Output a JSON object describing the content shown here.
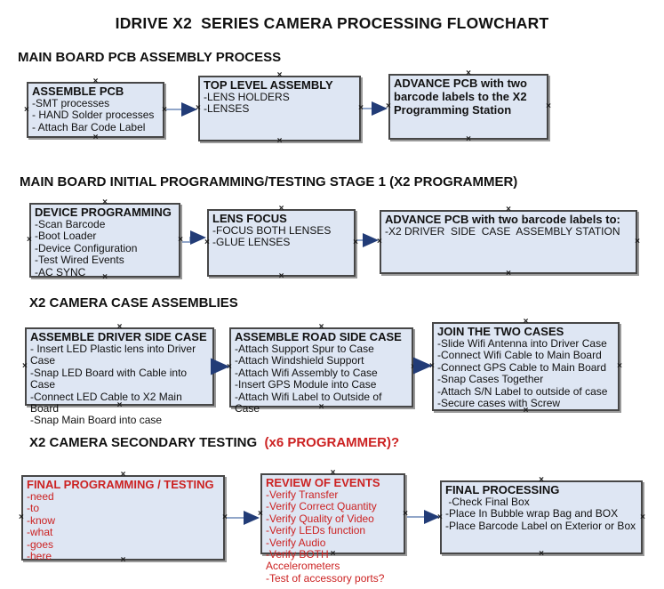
{
  "page_title": "IDRIVE X2  SERIES CAMERA PROCESSING FLOWCHART",
  "icons": {
    "connection_handle": "×"
  },
  "colors": {
    "box_fill": "#dee6f3",
    "box_border": "#474747",
    "arrow_line": "#91a6c9",
    "arrow_head": "#223c77",
    "red_text": "#cc2222"
  },
  "sections": [
    {
      "heading": "MAIN BOARD PCB ASSEMBLY PROCESS",
      "boxes": [
        {
          "title": "ASSEMBLE PCB",
          "items": [
            "-SMT processes",
            "- HAND Solder processes",
            "- Attach Bar Code Label"
          ]
        },
        {
          "title": "TOP LEVEL ASSEMBLY",
          "items": [
            "-LENS HOLDERS",
            "-LENSES"
          ]
        },
        {
          "title": "ADVANCE PCB with two barcode labels to the X2 Programming Station",
          "items": []
        }
      ]
    },
    {
      "heading": "MAIN BOARD INITIAL PROGRAMMING/TESTING STAGE 1 (X2 PROGRAMMER)",
      "boxes": [
        {
          "title": "DEVICE PROGRAMMING",
          "items": [
            "-Scan Barcode",
            "-Boot Loader",
            "-Device Configuration",
            "-Test Wired Events",
            "-AC SYNC"
          ]
        },
        {
          "title": "LENS FOCUS",
          "items": [
            "-FOCUS BOTH LENSES",
            "-GLUE LENSES"
          ]
        },
        {
          "title": "ADVANCE PCB with two barcode labels to:",
          "items": [
            "-X2 DRIVER  SIDE  CASE  ASSEMBLY STATION"
          ]
        }
      ]
    },
    {
      "heading": "X2 CAMERA CASE ASSEMBLIES",
      "boxes": [
        {
          "title": "ASSEMBLE DRIVER SIDE CASE",
          "items": [
            "- Insert LED Plastic lens into Driver Case",
            "-Snap LED Board with Cable into Case",
            "-Connect LED Cable to X2 Main Board",
            "-Snap Main Board into case"
          ]
        },
        {
          "title": "ASSEMBLE ROAD SIDE CASE",
          "items": [
            "-Attach Support Spur to Case",
            "-Attach Windshield Support",
            "-Attach Wifi Assembly to Case",
            "-Insert GPS Module into Case",
            "-Attach Wifi Label to Outside of Case"
          ]
        },
        {
          "title": "JOIN THE TWO CASES",
          "items": [
            "-Slide Wifi Antenna into Driver Case",
            "-Connect Wifi Cable to Main Board",
            "-Connect GPS Cable to Main Board",
            "-Snap Cases Together",
            "-Attach S/N Label to outside of case",
            "-Secure cases with Screw"
          ]
        }
      ]
    },
    {
      "heading": "X2 CAMERA SECONDARY TESTING",
      "heading_suffix": "  (x6 PROGRAMMER)?",
      "boxes": [
        {
          "title": "FINAL PROGRAMMING / TESTING",
          "items": [
            "-need",
            "-to",
            "-know",
            "-what",
            "-goes",
            "-here"
          ]
        },
        {
          "title": "REVIEW OF EVENTS",
          "items": [
            "-Verify Transfer",
            "-Verify Correct Quantity",
            "-Verify Quality of Video",
            "-Verify LEDs function",
            "-Verify Audio",
            "-Verify BOTH Accelerometers",
            "-Test of accessory ports?"
          ]
        },
        {
          "title": "FINAL PROCESSING",
          "items": [
            " -Check Final Box",
            "-Place In Bubble wrap Bag and BOX",
            "-Place Barcode Label on Exterior or Box"
          ]
        }
      ]
    }
  ]
}
